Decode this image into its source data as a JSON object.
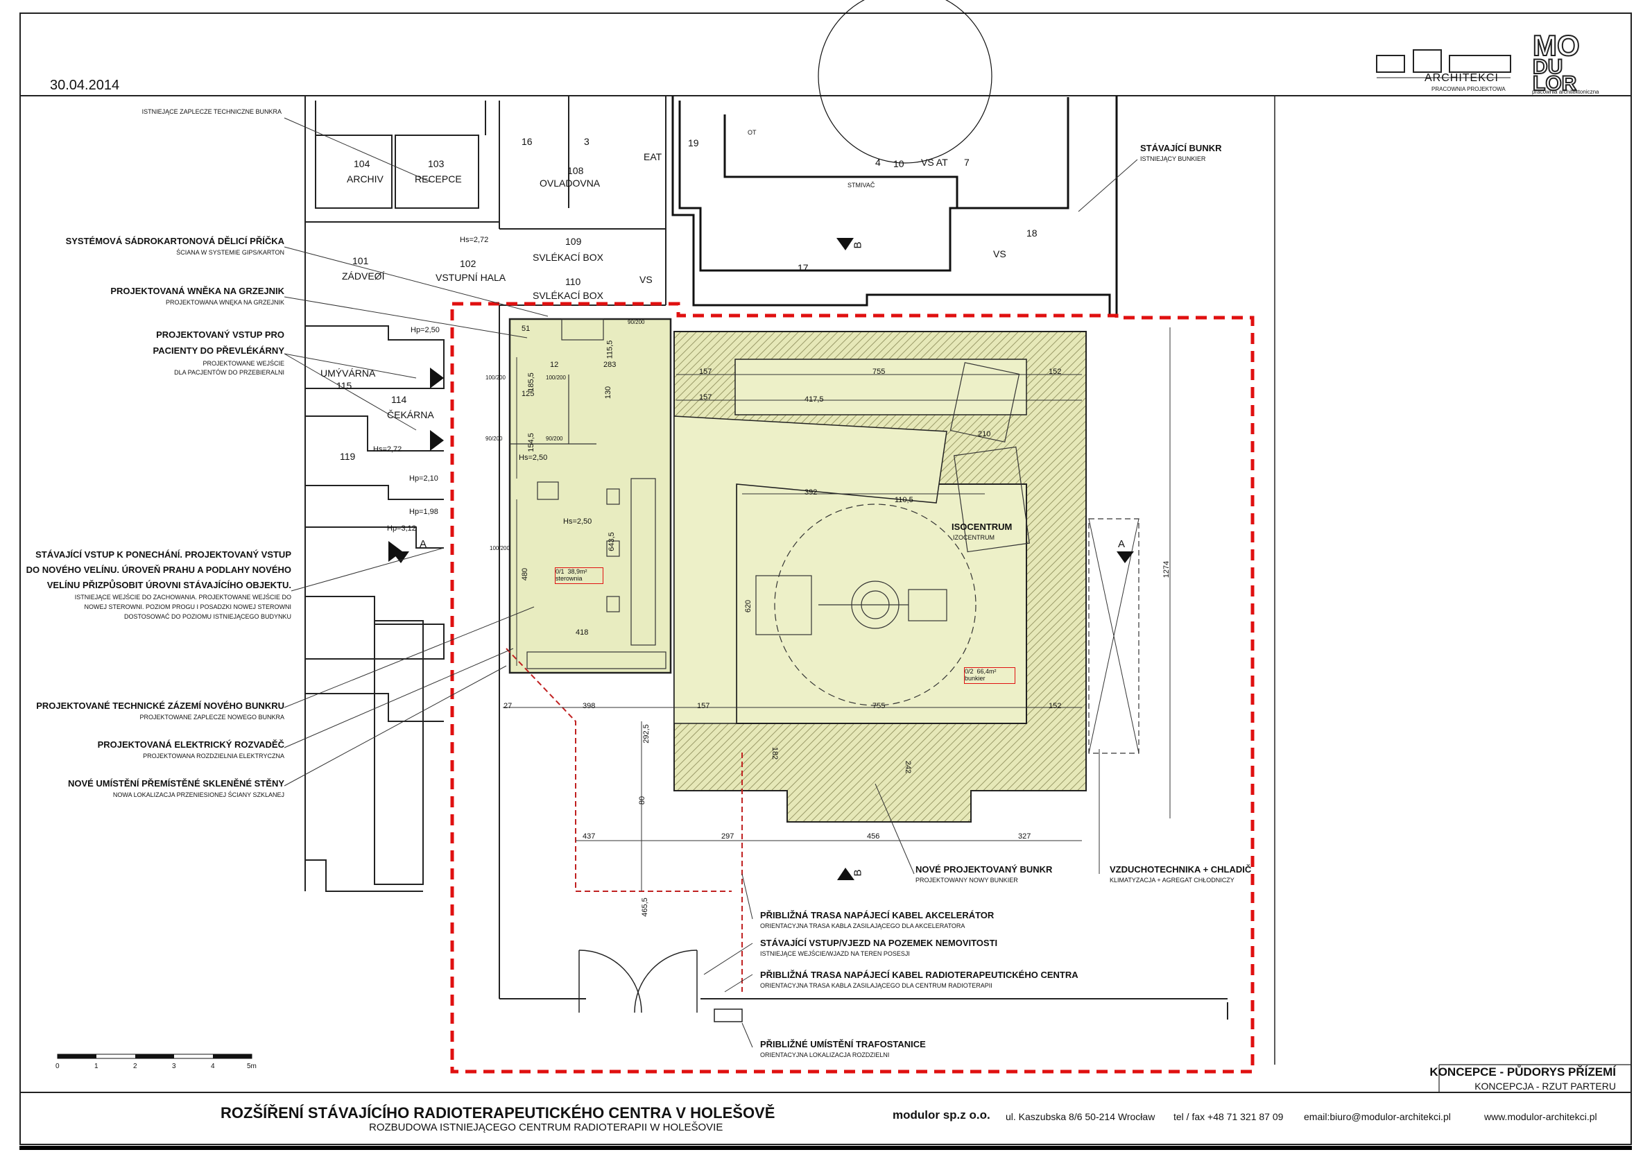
{
  "date": "30.04.2014",
  "logos": {
    "abb_text": "ARCHITEKCI",
    "abb_sub": "PRACOWNIA PROJEKTOWA",
    "modulor_text": "MODULOR",
    "modulor_sub": "pracownia architektoniczna"
  },
  "rooms": {
    "r104": "104",
    "r104_name": "ARCHIV",
    "r103": "103",
    "r103_name": "RECEPCE",
    "r108": "108",
    "r108_name": "OVLADOVNA",
    "r101": "101",
    "r101_name": "ZÁDVEØÍ",
    "r102": "102",
    "r102_name": "VSTUPNÍ HALA",
    "r109": "109",
    "r109_name": "SVLÉKACÍ BOX",
    "r110": "110",
    "r110_name": "SVLÉKACÍ BOX",
    "r115": "115",
    "r115_name": "UMÝVÁRNA",
    "r114": "114",
    "r114_name": "ČEKÁRNA",
    "r119": "119",
    "r16": "16",
    "r3": "3",
    "r19": "19",
    "r17": "17",
    "r18": "18",
    "r4": "4",
    "r10": "10",
    "vsat": "VS AT",
    "r7": "7",
    "vs": "VS",
    "vs2": "VS",
    "ot": "OT",
    "stmivac": "STMIVAČ",
    "eat": "EAT"
  },
  "heights": {
    "h1": "Hs=2,72",
    "h2": "Hs=2,72",
    "h3": "Hp=2,50",
    "h4": "Hp=2,10",
    "h5": "Hp=1,98",
    "h6": "Hp=3,12",
    "h7": "Hs=2,50",
    "h8": "Hs=2,50"
  },
  "plan": {
    "isocentrum": "ISOCENTRUM",
    "isocentrum_sub": "IZOCENTRUM",
    "sterownia_code": "0/1",
    "sterownia_area": "38,9m²",
    "sterownia": "sterownia",
    "bunkier_code": "0/2",
    "bunkier_area": "66,4m²",
    "bunkier": "bunkier",
    "sec_a": "A",
    "sec_b": "B"
  },
  "dims": {
    "d755a": "755",
    "d152a": "152",
    "d157a": "157",
    "d157b": "157",
    "d4175": "417,5",
    "d210": "210",
    "d392": "392",
    "d1105": "110,5",
    "d283": "283",
    "d125": "125",
    "d12": "12",
    "d1855": "185,5",
    "d1545": "154,5",
    "d130": "130",
    "d1155": "115,5",
    "d51": "51",
    "d6435": "643,5",
    "d480": "480",
    "d418": "418",
    "d27": "27",
    "d398": "398",
    "d157c": "157",
    "d755b": "755",
    "d152b": "152",
    "d2925": "292,5",
    "d80": "80",
    "d4655": "465,5",
    "d437": "437",
    "d297": "297",
    "d456": "456",
    "d327": "327",
    "d1274": "1274",
    "d182": "182",
    "d242": "242",
    "d620": "620",
    "d90_200a": "90/200",
    "d100_200a": "100/200",
    "d100_200b": "100/200",
    "d90_200b": "90/200",
    "d90_200c": "90/200",
    "d100_200c": "100/200"
  },
  "left_labels": [
    {
      "title": "SYSTÉMOVÁ SÁDROKARTONOVÁ DĚLICÍ PŘÍČKA",
      "sub": "ŚCIANA W SYSTEMIE GIPS/KARTON"
    },
    {
      "title": "PROJEKTOVANÁ WNĚKA NA GRZEJNIK",
      "sub": "PROJEKTOWANA WNĘKA NA GRZEJNIK"
    },
    {
      "title": "PROJEKTOVANÝ VSTUP PRO",
      "title2": "PACIENTY DO PŘEVLÉKÁRNY",
      "sub": "PROJEKTOWANE WEJŚCIE",
      "sub2": "DLA PACJENTÓW DO PRZEBIERALNI"
    },
    {
      "title": "STÁVAJÍCÍ VSTUP K PONECHÁNÍ. PROJEKTOVANÝ VSTUP",
      "title2": "DO NOVÉHO VELÍNU. ÚROVEŇ PRAHU A PODLAHY NOVÉHO",
      "title3": "VELÍNU PŘIZPŮSOBIT ÚROVNI STÁVAJÍCÍHO OBJEKTU.",
      "sub": "ISTNIEJĄCE WEJŚCIE DO ZACHOWANIA. PROJEKTOWANE WEJŚCIE DO",
      "sub2": "NOWEJ STEROWNI. POZIOM PROGU I POSADZKI NOWEJ STEROWNI",
      "sub3": "DOSTOSOWAĆ DO POZIOMU ISTNIEJĄCEGO BUDYNKU"
    },
    {
      "title": "PROJEKTOVANÉ TECHNICKÉ ZÁZEMÍ NOVÉHO BUNKRU",
      "sub": "PROJEKTOWANE ZAPLECZE NOWEGO BUNKRA"
    },
    {
      "title": "PROJEKTOVANÁ ELEKTRICKÝ ROZVADĚČ",
      "sub": "PROJEKTOWANA ROZDZIELNIA ELEKTRYCZNA"
    },
    {
      "title": "NOVÉ UMÍSTĚNÍ PŘEMÍSTĚNÉ SKLENĚNÉ STĚNY",
      "sub": "NOWA LOKALIZACJA PRZENIESIONEJ ŚCIANY SZKLANEJ"
    }
  ],
  "top_left_label": "ISTNIEJĄCE ZAPLECZE TECHNICZNE BUNKRA",
  "right_labels": {
    "stavajici_bunkr": "STÁVAJÍCÍ BUNKR",
    "stavajici_bunkr_sub": "ISTNIEJĄCY BUNKIER",
    "novy_bunkr": "NOVÉ PROJEKTOVANÝ BUNKR",
    "novy_bunkr_sub": "PROJEKTOWANY NOWY BUNKIER",
    "vzt": "VZDUCHOTECHNIKA + CHLADIČ",
    "vzt_sub": "KLIMATYZACJA + AGREGAT CHŁODNICZY",
    "trasa1": "PŘIBLIŽNÁ TRASA NAPÁJECÍ KABEL AKCELERÁTOR",
    "trasa1_sub": "ORIENTACYJNA TRASA KABLA ZASILAJĄCEGO DLA AKCELERATORA",
    "vjezd": "STÁVAJÍCÍ VSTUP/VJEZD NA POZEMEK NEMOVITOSTI",
    "vjezd_sub": "ISTNIEJĄCE WEJŚCIE/WJAZD NA TEREN POSESJI",
    "trasa2": "PŘIBLIŽNÁ TRASA NAPÁJECÍ KABEL RADIOTERAPEUTICKÉHO CENTRA",
    "trasa2_sub": "ORIENTACYJNA TRASA KABLA ZASILAJĄCEGO DLA CENTRUM RADIOTERAPII",
    "trafo": "PŘIBLIŽNÉ UMÍSTĚNÍ TRAFOSTANICE",
    "trafo_sub": "ORIENTACYJNA LOKALIZACJA ROZDZIELNI"
  },
  "scale": {
    "t0": "0",
    "t1": "1",
    "t2": "2",
    "t3": "3",
    "t4": "4",
    "t5": "5m"
  },
  "sheet": {
    "title": "KONCEPCE - PŮDORYS PŘÍZEMÍ",
    "subtitle": "KONCEPCJA - RZUT PARTERU"
  },
  "footer": {
    "project": "ROZŠÍŘENÍ STÁVAJÍCÍHO RADIOTERAPEUTICKÉHO CENTRA V HOLEŠOVĚ",
    "project_sub": "ROZBUDOWA ISTNIEJĄCEGO CENTRUM RADIOTERAPII W HOLEŠOVIE",
    "company": "modulor sp.z o.o.",
    "address": "ul. Kaszubska 8/6  50-214 Wrocław",
    "phone": "tel / fax +48 71 321 87 09",
    "email": "email:biuro@modulor-architekci.pl",
    "web": "www.modulor-architekci.pl"
  },
  "colors": {
    "red": "#e01010",
    "fill": "#e8ecc0",
    "hatch": "#8a8a5a"
  }
}
